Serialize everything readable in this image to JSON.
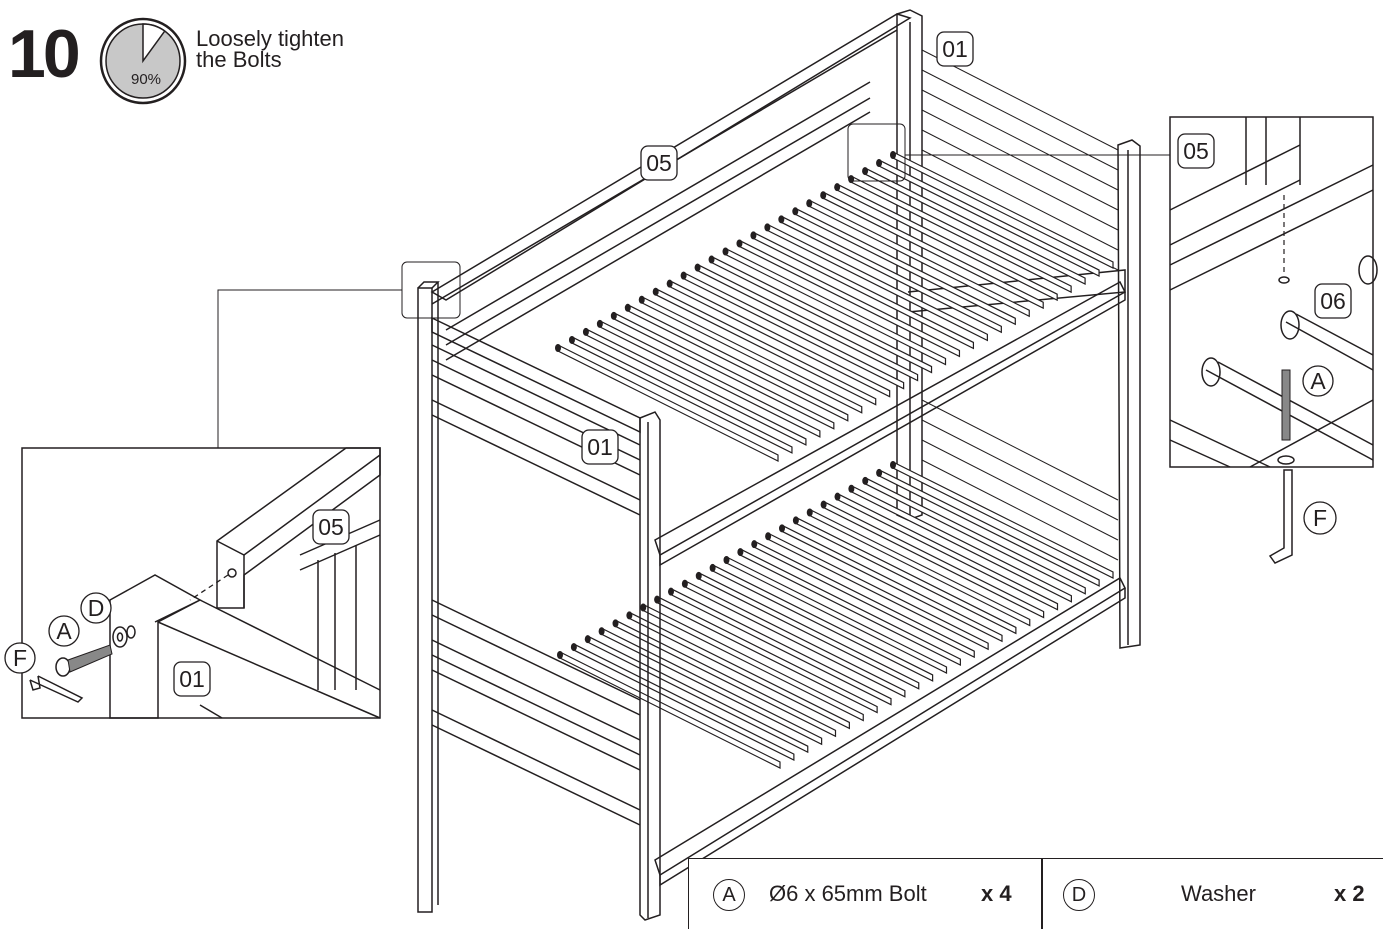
{
  "step": {
    "number": "10",
    "progress_label": "90%",
    "progress_fraction": 0.9,
    "instruction": "Loosely tighten\nthe Bolts"
  },
  "labels": {
    "main_top_right_post": "01",
    "main_top_rail": "05",
    "main_front_rail": "01",
    "left_detail_rail": "05",
    "left_detail_post": "01",
    "left_detail_bolt": "A",
    "left_detail_washer": "D",
    "left_detail_key": "F",
    "right_detail_rail": "05",
    "right_detail_slat": "06",
    "right_detail_bolt": "A",
    "right_detail_key": "F"
  },
  "parts": [
    {
      "letter": "A",
      "name": "Ø6 x 65mm Bolt",
      "qty": "x 4"
    },
    {
      "letter": "D",
      "name": "Washer",
      "qty": "x 2"
    }
  ],
  "colors": {
    "ink": "#231f20",
    "progress_fill": "#c8c8c8"
  }
}
